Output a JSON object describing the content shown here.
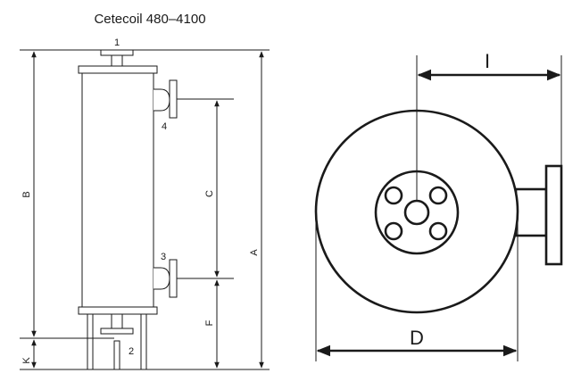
{
  "title": "Cetecoil 480–4100",
  "ports": {
    "p1": "1",
    "p2": "2",
    "p3": "3",
    "p4": "4"
  },
  "dimensions": {
    "A": "A",
    "B": "B",
    "C": "C",
    "F": "F",
    "K": "K",
    "D": "D",
    "I": "I"
  }
}
